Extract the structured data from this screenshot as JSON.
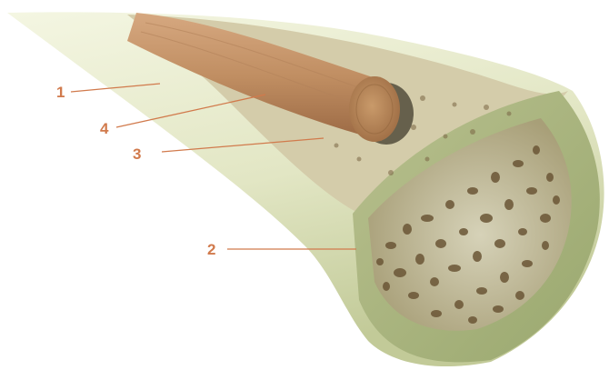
{
  "figure": {
    "labels": [
      {
        "id": "1",
        "text": "1"
      },
      {
        "id": "2",
        "text": "2"
      },
      {
        "id": "3",
        "text": "3"
      },
      {
        "id": "4",
        "text": "4"
      }
    ],
    "colors": {
      "background": "#ffffff",
      "bone_cortex_light": "#eef2d6",
      "bone_cortex_mid": "#d7ddb4",
      "bone_cortex_dark": "#a9b682",
      "spongy_bone": "#c9c5a9",
      "spongy_pores": "#6e5a3a",
      "implant_wood_light": "#cfa27a",
      "implant_wood_dark": "#a06f4b",
      "callout_color": "#d17a4c"
    }
  }
}
